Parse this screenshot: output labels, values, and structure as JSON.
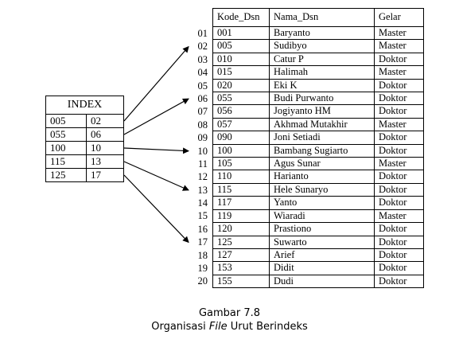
{
  "index": {
    "title": "INDEX",
    "rows": [
      {
        "key": "005",
        "ptr": "02"
      },
      {
        "key": "055",
        "ptr": "06"
      },
      {
        "key": "100",
        "ptr": "10"
      },
      {
        "key": "115",
        "ptr": "13"
      },
      {
        "key": "125",
        "ptr": "17"
      }
    ]
  },
  "table": {
    "headers": [
      "Kode_Dsn",
      "Nama_Dsn",
      "Gelar"
    ],
    "row_numbers": [
      "01",
      "02",
      "03",
      "04",
      "05",
      "06",
      "07",
      "08",
      "09",
      "10",
      "11",
      "12",
      "13",
      "14",
      "15",
      "16",
      "17",
      "18",
      "19",
      "20"
    ],
    "rows": [
      [
        "001",
        "Baryanto",
        "Master"
      ],
      [
        "005",
        "Sudibyo",
        "Master"
      ],
      [
        "010",
        "Catur P",
        "Doktor"
      ],
      [
        "015",
        "Halimah",
        "Master"
      ],
      [
        "020",
        "Eki K",
        "Doktor"
      ],
      [
        "055",
        "Budi Purwanto",
        "Doktor"
      ],
      [
        "056",
        "Jogiyanto HM",
        "Doktor"
      ],
      [
        "057",
        "Akhmad Mutakhir",
        "Master"
      ],
      [
        "090",
        "Joni Setiadi",
        "Doktor"
      ],
      [
        "100",
        "Bambang Sugiarto",
        "Doktor"
      ],
      [
        "105",
        "Agus Sunar",
        "Master"
      ],
      [
        "110",
        "Harianto",
        "Doktor"
      ],
      [
        "115",
        "Hele Sunaryo",
        "Doktor"
      ],
      [
        "117",
        "Yanto",
        "Doktor"
      ],
      [
        "119",
        "Wiaradi",
        "Master"
      ],
      [
        "120",
        "Prastiono",
        "Doktor"
      ],
      [
        "125",
        "Suwarto",
        "Doktor"
      ],
      [
        "127",
        "Arief",
        "Doktor"
      ],
      [
        "153",
        "Didit",
        "Doktor"
      ],
      [
        "155",
        "Dudi",
        "Doktor"
      ]
    ]
  },
  "caption": {
    "line1": "Gambar 7.8",
    "line2_prefix": "Organisasi ",
    "line2_italic": "File",
    "line2_suffix": " Urut Berindeks"
  }
}
